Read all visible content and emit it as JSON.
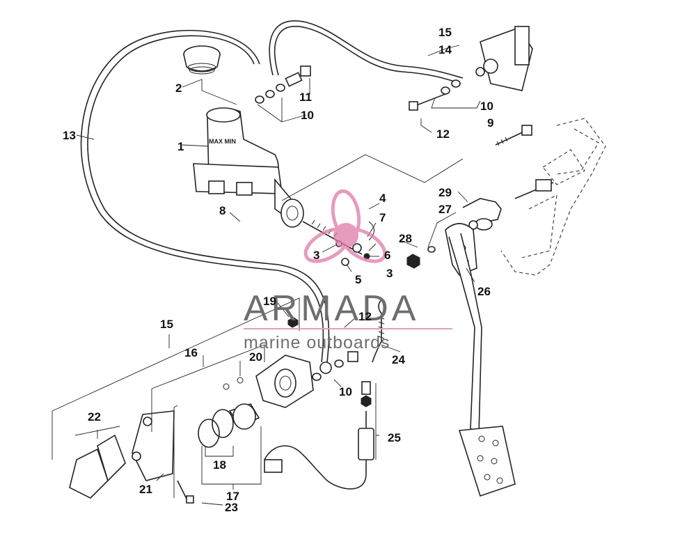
{
  "callouts": {
    "c1": "1",
    "c2": "2",
    "c3a": "3",
    "c3b": "3",
    "c4": "4",
    "c5": "5",
    "c6": "6",
    "c7": "7",
    "c8": "8",
    "c9": "9",
    "c10a": "10",
    "c10b": "10",
    "c10c": "10",
    "c11": "11",
    "c12a": "12",
    "c12b": "12",
    "c13": "13",
    "c14": "14",
    "c15a": "15",
    "c15b": "15",
    "c16": "16",
    "c17": "17",
    "c18": "18",
    "c19": "19",
    "c20": "20",
    "c21": "21",
    "c22": "22",
    "c23": "23",
    "c24": "24",
    "c25": "25",
    "c26": "26",
    "c27": "27",
    "c28": "28",
    "c29": "29"
  },
  "watermark": {
    "brand": "ARMADA",
    "tagline": "marine outboards",
    "logo_color": "#e07aa8",
    "line_color": "#d9a3c0"
  },
  "reservoir_label": "MAX MIN"
}
